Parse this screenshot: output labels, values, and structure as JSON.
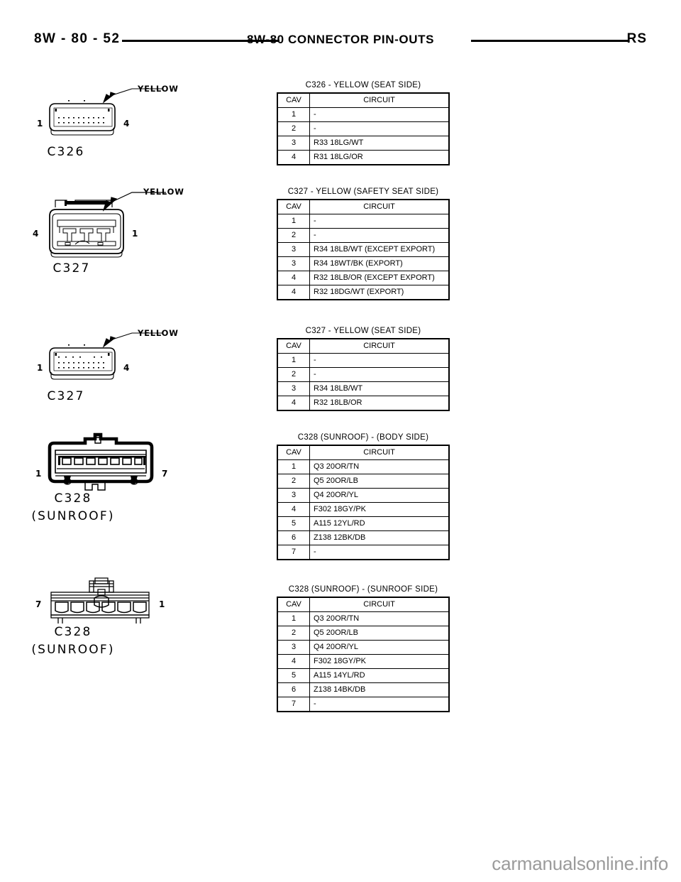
{
  "header": {
    "left": "8W - 80 - 52",
    "center": "8W-80  CONNECTOR  PIN-OUTS",
    "right": "RS"
  },
  "watermark": "carmanualsonline.info",
  "figures": [
    {
      "id": "c326",
      "caption": "C326",
      "lead_label": "YELLOW",
      "pin_left": "1",
      "pin_right": "4",
      "style": "flat-4way"
    },
    {
      "id": "c327-face",
      "caption": "C327",
      "lead_label": "YELLOW",
      "pin_left": "4",
      "pin_right": "1",
      "style": "shrouded-4way"
    },
    {
      "id": "c327-flat",
      "caption": "C327",
      "lead_label": "YELLOW",
      "pin_left": "1",
      "pin_right": "4",
      "style": "flat-4way"
    },
    {
      "id": "c328-body",
      "caption": "C328\n(SUNROOF)",
      "lead_label": "",
      "pin_left": "1",
      "pin_right": "7",
      "style": "bold-7way"
    },
    {
      "id": "c328-sunroof",
      "caption": "C328\n(SUNROOF)",
      "lead_label": "",
      "pin_left": "7",
      "pin_right": "1",
      "style": "mating-7way"
    }
  ],
  "tables": [
    {
      "title": "C326 - YELLOW  (SEAT SIDE)",
      "columns": [
        "CAV",
        "CIRCUIT"
      ],
      "rows": [
        [
          "1",
          "-"
        ],
        [
          "2",
          "-"
        ],
        [
          "3",
          "R33  18LG/WT"
        ],
        [
          "4",
          "R31  18LG/OR"
        ]
      ]
    },
    {
      "title": "C327 - YELLOW  (SAFETY SEAT SIDE)",
      "columns": [
        "CAV",
        "CIRCUIT"
      ],
      "rows": [
        [
          "1",
          "-"
        ],
        [
          "2",
          "-"
        ],
        [
          "3",
          "R34  18LB/WT  (EXCEPT  EXPORT)"
        ],
        [
          "3",
          "R34  18WT/BK  (EXPORT)"
        ],
        [
          "4",
          "R32  18LB/OR  (EXCEPT  EXPORT)"
        ],
        [
          "4",
          "R32  18DG/WT  (EXPORT)"
        ]
      ]
    },
    {
      "title": "C327 - YELLOW  (SEAT SIDE)",
      "columns": [
        "CAV",
        "CIRCUIT"
      ],
      "rows": [
        [
          "1",
          "-"
        ],
        [
          "2",
          "-"
        ],
        [
          "3",
          "R34  18LB/WT"
        ],
        [
          "4",
          "R32  18LB/OR"
        ]
      ]
    },
    {
      "title": "C328 (SUNROOF) - (BODY SIDE)",
      "columns": [
        "CAV",
        "CIRCUIT"
      ],
      "rows": [
        [
          "1",
          "Q3  20OR/TN"
        ],
        [
          "2",
          "Q5  20OR/LB"
        ],
        [
          "3",
          "Q4  20OR/YL"
        ],
        [
          "4",
          "F302  18GY/PK"
        ],
        [
          "5",
          "A115  12YL/RD"
        ],
        [
          "6",
          "Z138  12BK/DB"
        ],
        [
          "7",
          "-"
        ]
      ]
    },
    {
      "title": "C328 (SUNROOF) - (SUNROOF SIDE)",
      "columns": [
        "CAV",
        "CIRCUIT"
      ],
      "rows": [
        [
          "1",
          "Q3  20OR/TN"
        ],
        [
          "2",
          "Q5  20OR/LB"
        ],
        [
          "3",
          "Q4  20OR/YL"
        ],
        [
          "4",
          "F302  18GY/PK"
        ],
        [
          "5",
          "A115  14YL/RD"
        ],
        [
          "6",
          "Z138  14BK/DB"
        ],
        [
          "7",
          "-"
        ]
      ]
    }
  ]
}
